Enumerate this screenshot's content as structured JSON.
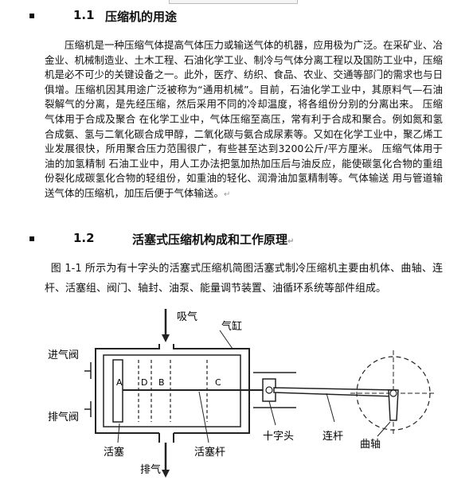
{
  "section1": {
    "bullet": "▪",
    "number": "1.1",
    "title": "压缩机的用途",
    "paragraph": "压缩机是一种压缩气体提高气体压力或输送气体的机器，应用极为广泛。在采矿业、冶金业、机械制造业、土木工程、石油化学工业、制冷与气体分离工程以及国防工业中，压缩机是必不可少的关键设备之一。此外，医疗、纺织、食品、农业、交通等部门的需求也与日俱增。压缩机因其用途广泛被称为“通用机械”。目前，石油化学工业中，其原料气—石油裂解气的分离，是先经压缩，然后采用不同的冷却温度，将各组份分别的分离出来。 压缩气体用于合成及聚合 在化学工业中，气体压缩至高压，常有利于合成和聚合。例如氮和氢合成氨、氢与二氧化碳合成甲醇，二氧化碳与氨合成尿素等。又如在化学工业中，聚乙烯工业发展很快，所用聚合压力范围很广，有些甚至达到3200公斤/平方厘米。 压缩气体用于油的加氢精制 石油工业中，用人工办法把氢加热加压后与油反应，能使碳氢化合物的重组份裂化成碳氢化合物的轻组份，如重油的轻化、润滑油加氢精制等。气体输送 用与管道输送气体的压缩机，加压后便于气体输送。",
    "end_mark": "↵"
  },
  "section2": {
    "bullet": "▪",
    "number": "1.2",
    "title": "活塞式压缩机构成和工作原理",
    "end_mark": "↵",
    "paragraph": "图 1-1 所示为有十字头的活塞式压缩机简图活塞式制冷压缩机主要由机体、曲轴、连杆、活塞组、阀门、轴封、油泵、能量调节装置、油循环系统等部件组成。"
  },
  "figure": {
    "labels": {
      "suction": "吸气",
      "cylinder": "气缸",
      "inlet_valve": "进气阀",
      "exhaust_valve": "排气阀",
      "piston": "活塞",
      "exhaust": "排气",
      "piston_rod": "活塞杆",
      "crosshead": "十字头",
      "connecting_rod": "连杆",
      "crankshaft": "曲轴"
    },
    "chambers": [
      "A",
      "D",
      "B",
      "C"
    ]
  }
}
